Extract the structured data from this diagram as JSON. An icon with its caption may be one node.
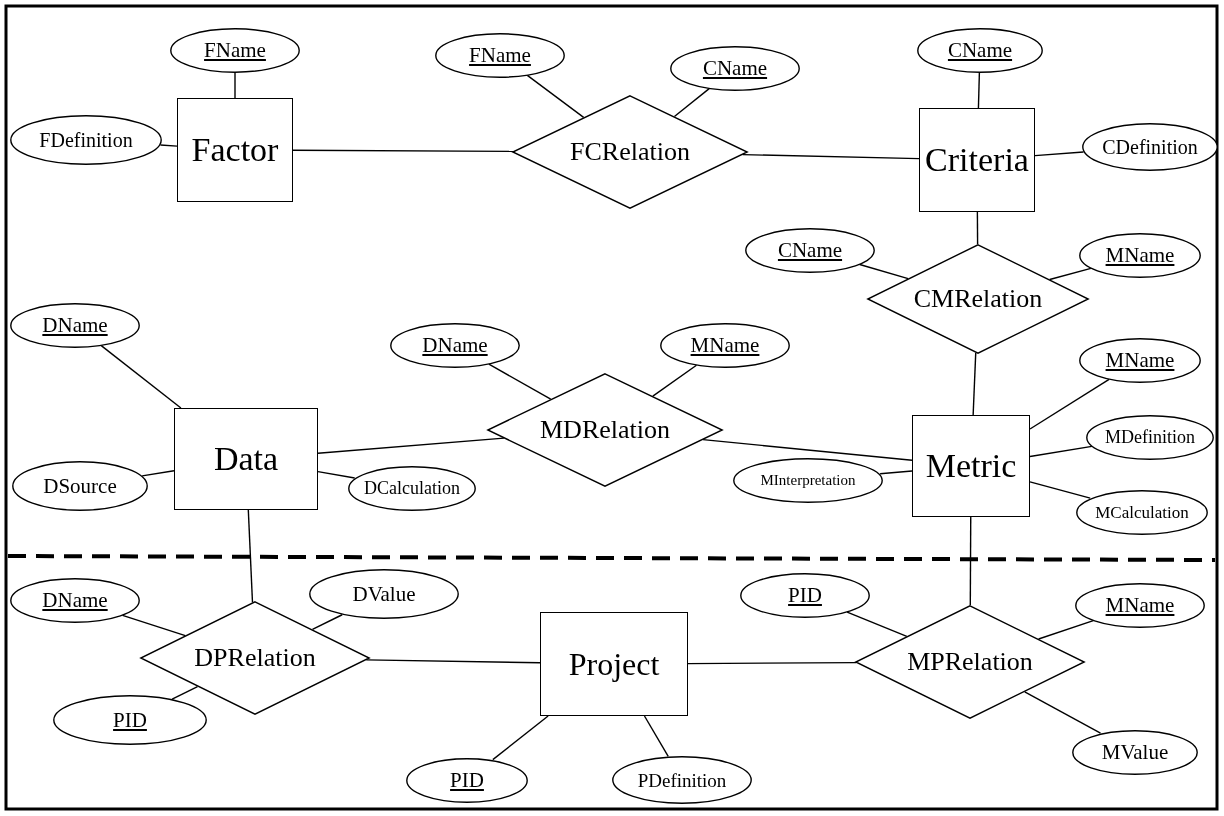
{
  "diagram": {
    "nodes": [
      {
        "text": [
          "Factor"
        ]
      },
      {
        "text": [
          "FName"
        ]
      },
      {
        "text": [
          "FDefinition"
        ]
      },
      {
        "text": [
          "FCRelation"
        ]
      },
      {
        "text": [
          "FName"
        ]
      },
      {
        "text": [
          "CName"
        ]
      },
      {
        "text": [
          "Criteria"
        ]
      },
      {
        "text": [
          "CName"
        ]
      },
      {
        "text": [
          "CDefinition"
        ]
      },
      {
        "text": [
          "CMRelation"
        ]
      },
      {
        "text": [
          "CName"
        ]
      },
      {
        "text": [
          "MName"
        ]
      },
      {
        "text": [
          "Data"
        ]
      },
      {
        "text": [
          "DName"
        ]
      },
      {
        "text": [
          "DSource"
        ]
      },
      {
        "text": [
          "DCalculation"
        ]
      },
      {
        "text": [
          "MDRelation"
        ]
      },
      {
        "text": [
          "DName"
        ]
      },
      {
        "text": [
          "MName"
        ]
      },
      {
        "text": [
          "Metric"
        ]
      },
      {
        "text": [
          "MName"
        ]
      },
      {
        "text": [
          "MDefinition"
        ]
      },
      {
        "text": [
          "MInterpretation"
        ]
      },
      {
        "text": [
          "MCalculation"
        ]
      },
      {
        "text": [
          "DPRelation"
        ]
      },
      {
        "text": [
          "DName"
        ]
      },
      {
        "text": [
          "DValue"
        ]
      },
      {
        "text": [
          "PID"
        ]
      },
      {
        "text": [
          "Project"
        ]
      },
      {
        "text": [
          "PID"
        ]
      },
      {
        "text": [
          "PDefinition"
        ]
      },
      {
        "text": [
          "MPRelation"
        ]
      },
      {
        "text": [
          "PID"
        ]
      },
      {
        "text": [
          "MName"
        ]
      },
      {
        "text": [
          "MValue"
        ]
      }
    ],
    "edges": [
      {
        "from": 0,
        "to": 1,
        "arrow": "none"
      },
      {
        "from": 0,
        "to": 2,
        "arrow": "none"
      },
      {
        "from": 0,
        "to": 3,
        "arrow": "none"
      },
      {
        "from": 3,
        "to": 4,
        "arrow": "none"
      },
      {
        "from": 3,
        "to": 5,
        "arrow": "none"
      },
      {
        "from": 3,
        "to": 6,
        "arrow": "none"
      },
      {
        "from": 6,
        "to": 7,
        "arrow": "none"
      },
      {
        "from": 6,
        "to": 8,
        "arrow": "none"
      },
      {
        "from": 6,
        "to": 9,
        "arrow": "none"
      },
      {
        "from": 9,
        "to": 10,
        "arrow": "none"
      },
      {
        "from": 9,
        "to": 11,
        "arrow": "none"
      },
      {
        "from": 9,
        "to": 19,
        "arrow": "none"
      },
      {
        "from": 12,
        "to": 13,
        "arrow": "none"
      },
      {
        "from": 12,
        "to": 14,
        "arrow": "none"
      },
      {
        "from": 12,
        "to": 15,
        "arrow": "none"
      },
      {
        "from": 12,
        "to": 16,
        "arrow": "none"
      },
      {
        "from": 16,
        "to": 17,
        "arrow": "none"
      },
      {
        "from": 16,
        "to": 18,
        "arrow": "none"
      },
      {
        "from": 16,
        "to": 19,
        "arrow": "none"
      },
      {
        "from": 19,
        "to": 20,
        "arrow": "none"
      },
      {
        "from": 19,
        "to": 21,
        "arrow": "none"
      },
      {
        "from": 19,
        "to": 22,
        "arrow": "none"
      },
      {
        "from": 19,
        "to": 23,
        "arrow": "none"
      },
      {
        "from": 12,
        "to": 24,
        "arrow": "none"
      },
      {
        "from": 24,
        "to": 25,
        "arrow": "none"
      },
      {
        "from": 24,
        "to": 26,
        "arrow": "none"
      },
      {
        "from": 24,
        "to": 27,
        "arrow": "none"
      },
      {
        "from": 24,
        "to": 28,
        "arrow": "none"
      },
      {
        "from": 28,
        "to": 29,
        "arrow": "none"
      },
      {
        "from": 28,
        "to": 30,
        "arrow": "none"
      },
      {
        "from": 28,
        "to": 31,
        "arrow": "none"
      },
      {
        "from": 31,
        "to": 32,
        "arrow": "none"
      },
      {
        "from": 31,
        "to": 33,
        "arrow": "none"
      },
      {
        "from": 31,
        "to": 34,
        "arrow": "none"
      },
      {
        "from": 19,
        "to": 31,
        "arrow": "none"
      }
    ]
  }
}
